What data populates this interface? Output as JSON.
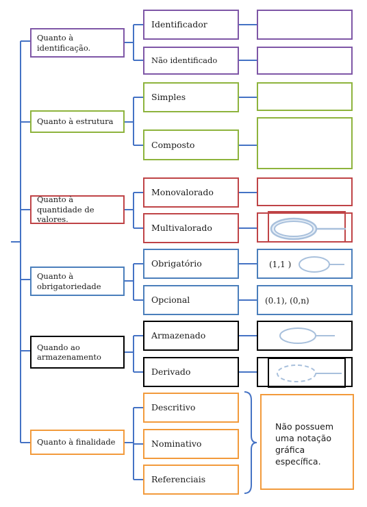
{
  "colors": {
    "connector": "#4472c4",
    "identification": "#7e56a6",
    "structure": "#8db33c",
    "quantity": "#bf4346",
    "obligation": "#4a7ebb",
    "storage": "#000000",
    "purpose": "#f29a3b",
    "symbol_stroke": "#a8c0dc",
    "symbol_fill": "#e6eef7"
  },
  "categories": [
    {
      "label": "Quanto à identificação.",
      "options": [
        {
          "label": "Identificador",
          "symbol": "none"
        },
        {
          "label": "Não identificado",
          "symbol": "none"
        }
      ]
    },
    {
      "label": "Quanto à estrutura",
      "options": [
        {
          "label": "Simples",
          "symbol": "none"
        },
        {
          "label": "Composto",
          "symbol": "none"
        }
      ]
    },
    {
      "label": "Quanto à quantidade de valores.",
      "options": [
        {
          "label": "Monovalorado",
          "symbol": "none"
        },
        {
          "label": "Multivalorado",
          "symbol": "double-ellipse-attribute"
        }
      ]
    },
    {
      "label": "Quanto à obrigatoriedade",
      "options": [
        {
          "label": "Obrigatório",
          "symbol": "ellipse-attribute",
          "cardinality": "(1,1 )"
        },
        {
          "label": "Opcional",
          "symbol": "text",
          "cardinality": "(0.1), (0,n)"
        }
      ]
    },
    {
      "label": "Quando ao armazenamento",
      "options": [
        {
          "label": "Armazenado",
          "symbol": "ellipse-attribute"
        },
        {
          "label": "Derivado",
          "symbol": "dashed-ellipse-attribute"
        }
      ]
    },
    {
      "label": "Quanto à finalidade",
      "options": [
        {
          "label": "Descritivo"
        },
        {
          "label": "Nominativo"
        },
        {
          "label": "Referenciais"
        }
      ]
    }
  ],
  "purpose_note": "Não possuem uma notação gráfica específica."
}
